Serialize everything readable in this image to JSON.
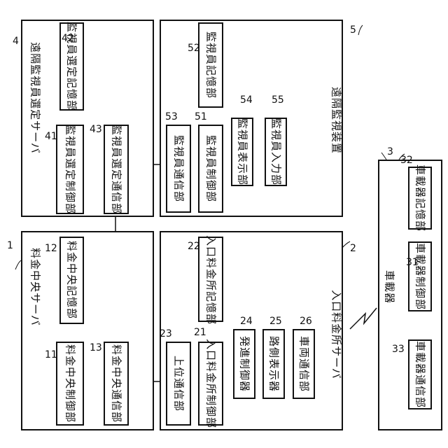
{
  "diagram": {
    "toll_server": {
      "ref": "1",
      "title": "料金中央サーバ",
      "control": {
        "ref": "11",
        "label": "料金中央制御部"
      },
      "storage": {
        "ref": "12",
        "label": "料金中央記憶部"
      },
      "comm": {
        "ref": "13",
        "label": "料金中央通信部"
      }
    },
    "entrance_server": {
      "ref": "2",
      "title": "入口料金所サーバ",
      "control": {
        "ref": "21",
        "label": "入口料金所制御部"
      },
      "storage": {
        "ref": "22",
        "label": "入口料金所記憶部"
      },
      "upper_comm": {
        "ref": "23",
        "label": "上位通信部"
      },
      "departure": {
        "ref": "24",
        "label": "発進制御器"
      },
      "roadside": {
        "ref": "25",
        "label": "路側表示器"
      },
      "vehicle_comm": {
        "ref": "26",
        "label": "車両通信部"
      }
    },
    "onboard": {
      "ref": "3",
      "title": "車載器",
      "control": {
        "ref": "31",
        "label": "車載器制御部"
      },
      "storage": {
        "ref": "32",
        "label": "車載器記憶部"
      },
      "comm": {
        "ref": "33",
        "label": "車載器通信部"
      }
    },
    "selection_server": {
      "ref": "4",
      "title": "遠隔監視員選定サーバ",
      "control": {
        "ref": "41",
        "label": "監視員選定制御部"
      },
      "storage": {
        "ref": "42",
        "label": "監視員選定記憶部"
      },
      "comm": {
        "ref": "43",
        "label": "監視員選定通信部"
      }
    },
    "monitor_device": {
      "ref": "5",
      "title": "遠隔監視装置",
      "control": {
        "ref": "51",
        "label": "監視員制御部"
      },
      "storage": {
        "ref": "52",
        "label": "監視員記憶部"
      },
      "comm": {
        "ref": "53",
        "label": "監視員通信部"
      },
      "display": {
        "ref": "54",
        "label": "監視員表示部"
      },
      "input": {
        "ref": "55",
        "label": "監視員入力部"
      }
    }
  }
}
